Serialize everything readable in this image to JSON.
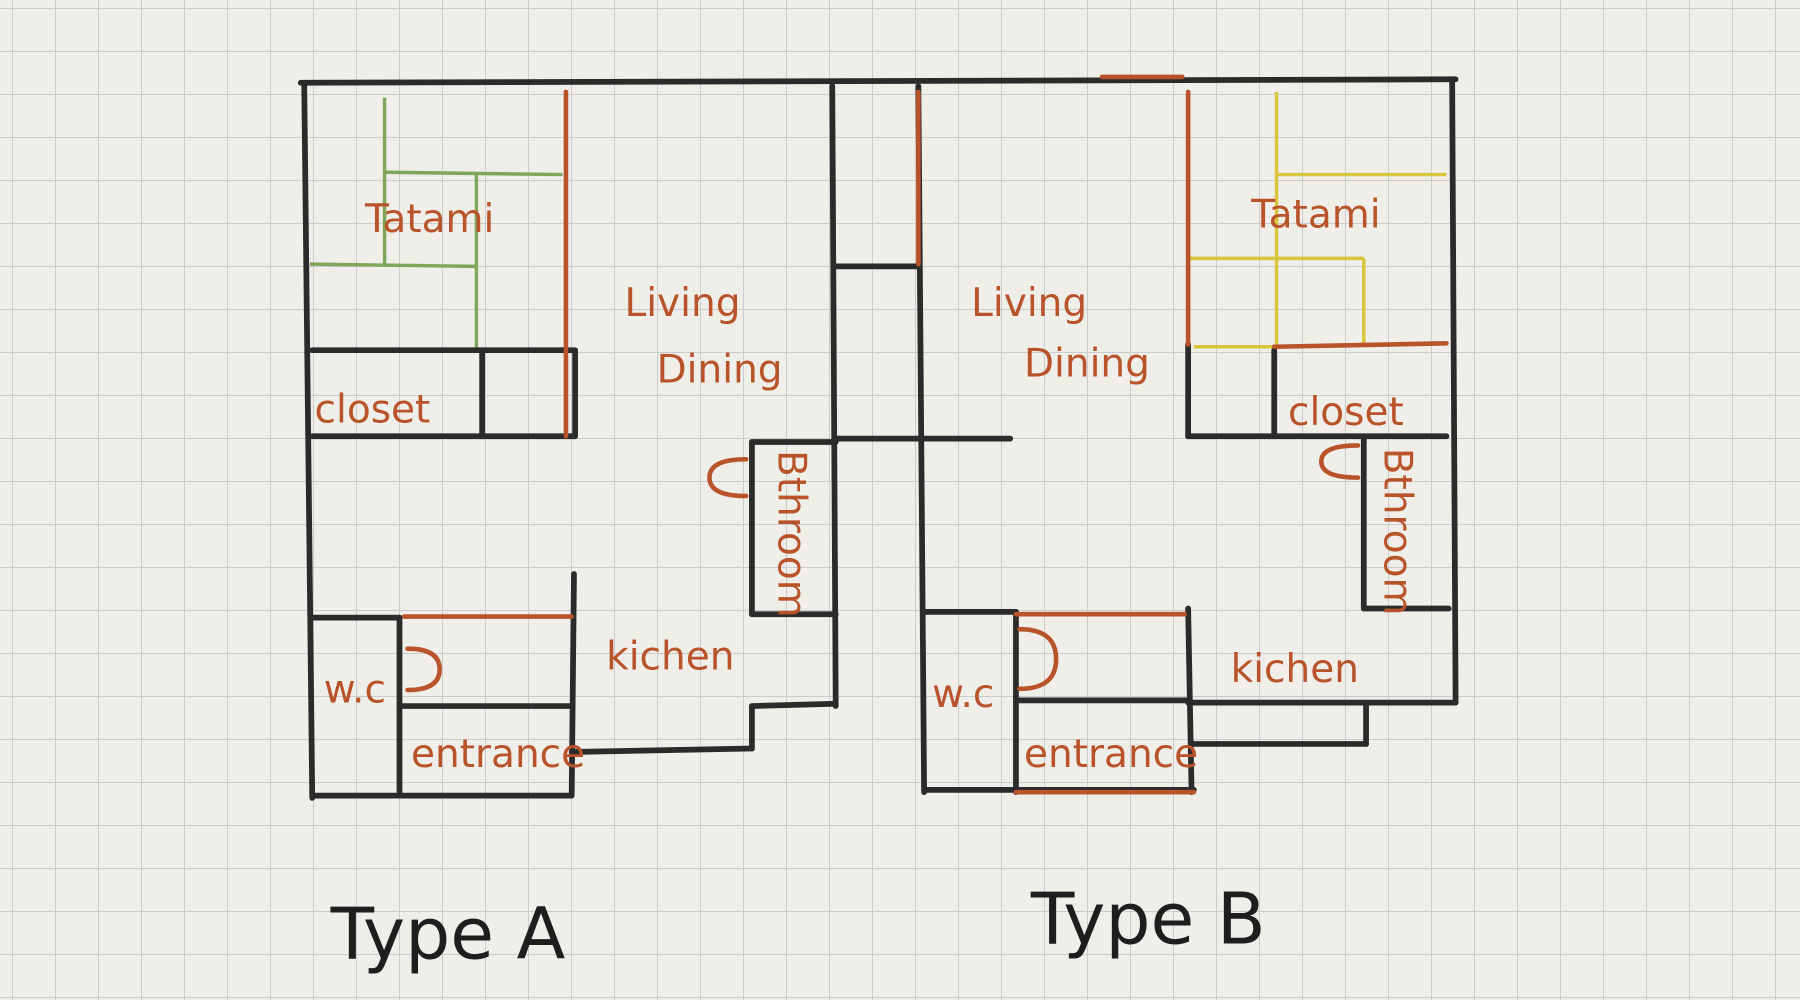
{
  "title": "Apartment floor plans",
  "type_a": {
    "caption": "Type A",
    "rooms": {
      "tatami": "Tatami",
      "living": "Living",
      "dining": "Dining",
      "closet": "closet",
      "bathroom": "Bthroom",
      "kitchen": "kichen",
      "wc": "w.c",
      "entrance": "entrance"
    }
  },
  "type_b": {
    "caption": "Type B",
    "rooms": {
      "tatami": "Tatami",
      "living": "Living",
      "dining": "Dining",
      "closet": "closet",
      "bathroom": "Bthroom",
      "kitchen": "kichen",
      "wc": "w.c",
      "entrance": "entrance"
    }
  },
  "colors": {
    "wall": "#2b2b2b",
    "label": "#b8532a",
    "tatami_a": "#7fa65a",
    "tatami_b": "#d9c53a"
  }
}
